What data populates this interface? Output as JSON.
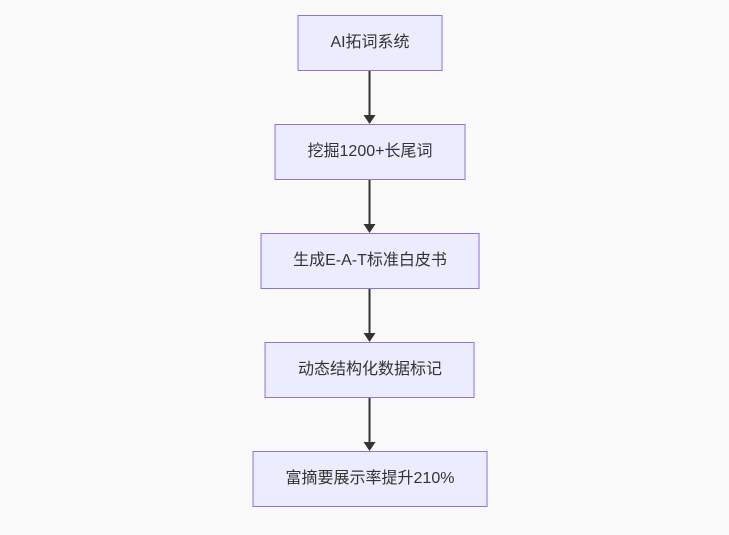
{
  "diagram": {
    "type": "flowchart",
    "direction": "top-down",
    "nodes": [
      {
        "id": "n1",
        "label": "AI拓词系统"
      },
      {
        "id": "n2",
        "label": "挖掘1200+长尾词"
      },
      {
        "id": "n3",
        "label": "生成E-A-T标准白皮书"
      },
      {
        "id": "n4",
        "label": "动态结构化数据标记"
      },
      {
        "id": "n5",
        "label": "富摘要展示率提升210%"
      }
    ],
    "edges": [
      {
        "from": "n1",
        "to": "n2",
        "style": "arrow-down"
      },
      {
        "from": "n2",
        "to": "n3",
        "style": "arrow-down"
      },
      {
        "from": "n3",
        "to": "n4",
        "style": "arrow-down"
      },
      {
        "from": "n4",
        "to": "n5",
        "style": "arrow-down"
      }
    ],
    "colors": {
      "background": "#fafafa",
      "node_fill": "#ECECFF",
      "node_border": "#9370DB",
      "text": "#333333",
      "arrow": "#333333"
    }
  }
}
